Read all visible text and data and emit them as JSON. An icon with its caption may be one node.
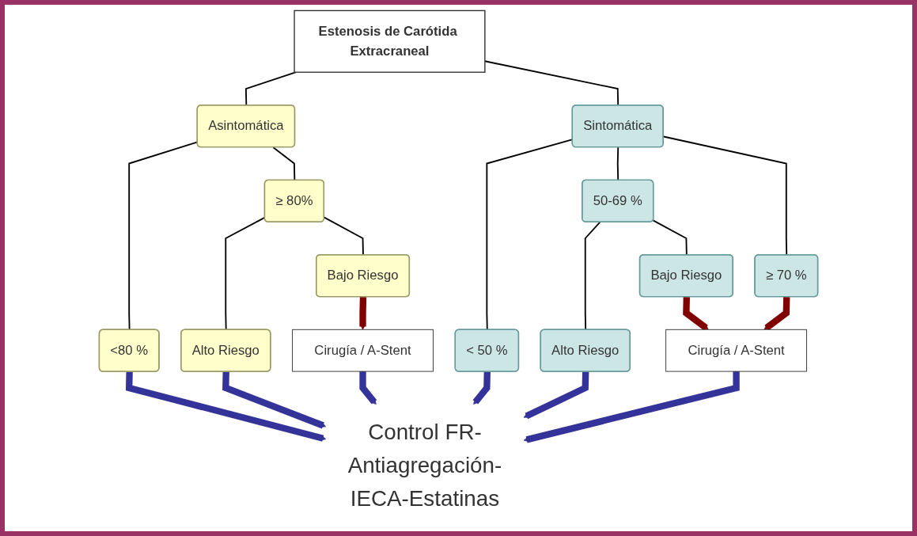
{
  "diagram": {
    "nodes": [
      {
        "text": [
          "Estenosis de Carótida Extracraneal"
        ]
      },
      {
        "text": [
          "Asintomática"
        ]
      },
      {
        "text": [
          "Sintomática"
        ]
      },
      {
        "text": [
          "<80 %"
        ]
      },
      {
        "text": [
          "≥ 80%"
        ]
      },
      {
        "text": [
          "< 50 %"
        ]
      },
      {
        "text": [
          "50-69 %"
        ]
      },
      {
        "text": [
          "≥ 70 %"
        ]
      },
      {
        "text": [
          "Alto Riesgo"
        ]
      },
      {
        "text": [
          "Bajo Riesgo"
        ]
      },
      {
        "text": [
          "Alto Riesgo"
        ]
      },
      {
        "text": [
          "Bajo Riesgo"
        ]
      },
      {
        "text": [
          "Cirugía / A-Stent"
        ]
      },
      {
        "text": [
          "Cirugía / A-Stent"
        ]
      },
      {
        "text": [
          "Control FR-Antiagregación-IECA-Estatinas"
        ]
      }
    ],
    "edges": [
      {
        "from": 0,
        "to": 1,
        "arrow": "none"
      },
      {
        "from": 0,
        "to": 2,
        "arrow": "none"
      },
      {
        "from": 1,
        "to": 3,
        "arrow": "none"
      },
      {
        "from": 1,
        "to": 4,
        "arrow": "none"
      },
      {
        "from": 2,
        "to": 5,
        "arrow": "none"
      },
      {
        "from": 2,
        "to": 6,
        "arrow": "none"
      },
      {
        "from": 2,
        "to": 7,
        "arrow": "none"
      },
      {
        "from": 4,
        "to": 8,
        "arrow": "none"
      },
      {
        "from": 4,
        "to": 9,
        "arrow": "none"
      },
      {
        "from": 6,
        "to": 10,
        "arrow": "none"
      },
      {
        "from": 6,
        "to": 11,
        "arrow": "none"
      },
      {
        "from": 3,
        "to": 14,
        "arrow": "to",
        "style": "thick",
        "color": "#333399"
      },
      {
        "from": 8,
        "to": 14,
        "arrow": "to",
        "style": "thick",
        "color": "#333399"
      },
      {
        "from": 9,
        "to": 12,
        "arrow": "to",
        "style": "thick",
        "color": "#800000"
      },
      {
        "from": 12,
        "to": 14,
        "arrow": "to",
        "style": "thick",
        "color": "#333399"
      },
      {
        "from": 5,
        "to": 14,
        "arrow": "to",
        "style": "thick",
        "color": "#333399"
      },
      {
        "from": 10,
        "to": 14,
        "arrow": "to",
        "style": "thick",
        "color": "#333399"
      },
      {
        "from": 11,
        "to": 13,
        "arrow": "to",
        "style": "thick",
        "color": "#800000"
      },
      {
        "from": 7,
        "to": 13,
        "arrow": "to",
        "style": "thick",
        "color": "#800000"
      },
      {
        "from": 13,
        "to": 14,
        "arrow": "to",
        "style": "thick",
        "color": "#333399"
      }
    ]
  }
}
